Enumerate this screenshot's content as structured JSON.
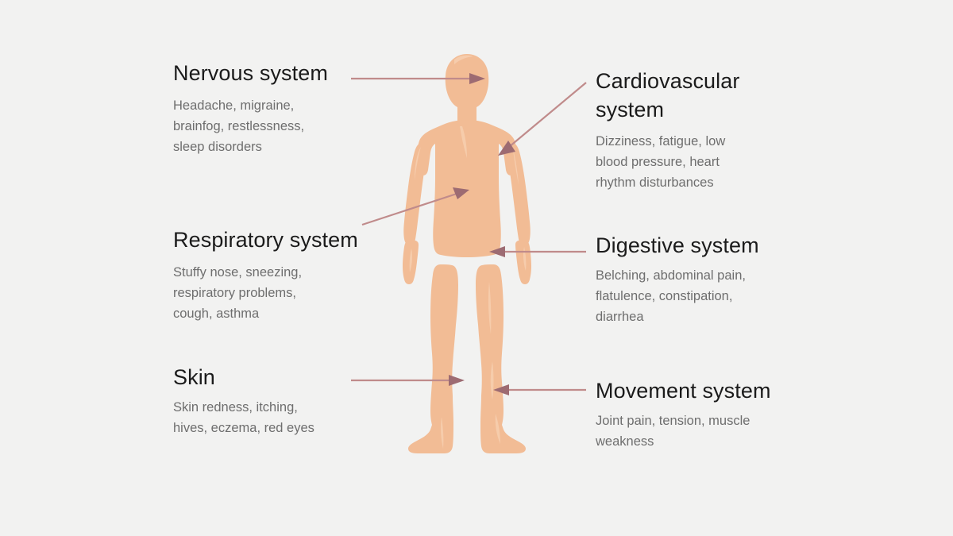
{
  "palette": {
    "background": "#f2f2f1",
    "body_fill": "#f2bc95",
    "body_fill_light": "#f7cfb0",
    "arrow_line": "#c08b8b",
    "arrow_head": "#9d6b72",
    "heading_text": "#1b1b1b",
    "body_text": "#6e6e6e"
  },
  "figure": {
    "name": "human body silhouette",
    "description": "Front-facing standing human figure, peach coloured"
  },
  "systems": [
    {
      "id": "nervous",
      "side": "left",
      "heading": "Nervous system",
      "description": "Headache, migraine,\nbrainfog, restlessness,\nsleep disorders",
      "arrow": "points right to the head"
    },
    {
      "id": "respiratory",
      "side": "left",
      "heading": "Respiratory system",
      "description": "Stuffy nose, sneezing,\nrespiratory problems,\ncough, asthma",
      "arrow": "points up-right to the chest"
    },
    {
      "id": "skin",
      "side": "left",
      "heading": "Skin",
      "description": "Skin redness, itching,\nhives, eczema, red eyes",
      "arrow": "points right to the left leg"
    },
    {
      "id": "cardiovascular",
      "side": "right",
      "heading": "Cardiovascular\nsystem",
      "description": "Dizziness, fatigue, low\nblood pressure, heart\nrhythm disturbances",
      "arrow": "points down-left to the heart"
    },
    {
      "id": "digestive",
      "side": "right",
      "heading": "Digestive system",
      "description": "Belching, abdominal pain,\nflatulence, constipation,\ndiarrhea",
      "arrow": "points left to the abdomen"
    },
    {
      "id": "movement",
      "side": "right",
      "heading": "Movement system",
      "description": "Joint pain, tension, muscle\nweakness",
      "arrow": "points left to the right knee"
    }
  ]
}
